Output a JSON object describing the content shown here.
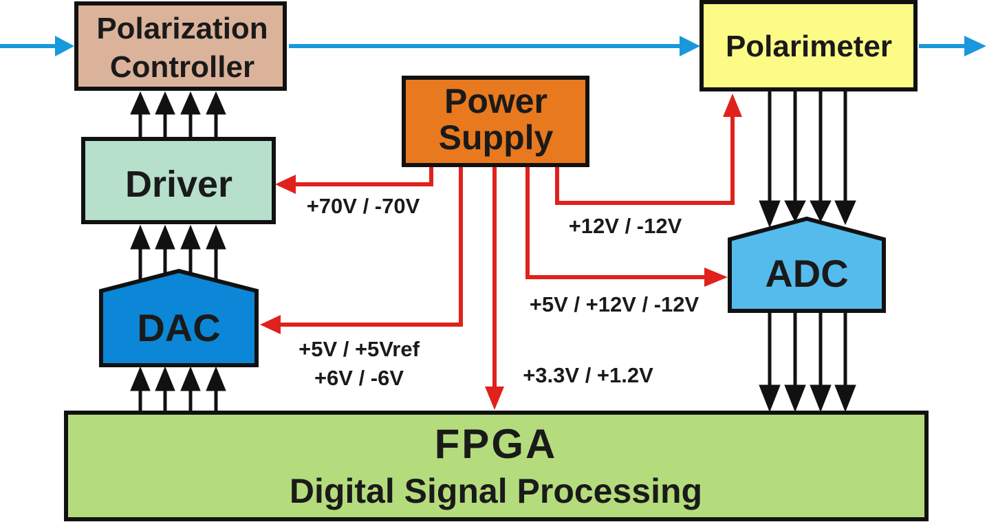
{
  "blocks": {
    "polarization_controller": {
      "line1": "Polarization",
      "line2": "Controller",
      "color": "#dbb39a"
    },
    "polarimeter": {
      "label": "Polarimeter",
      "color": "#fbfb86"
    },
    "power_supply": {
      "line1": "Power",
      "line2": "Supply",
      "color": "#e8791e"
    },
    "driver": {
      "label": "Driver",
      "color": "#b6e0cb"
    },
    "dac": {
      "label": "DAC",
      "color": "#0c86d6"
    },
    "adc": {
      "label": "ADC",
      "color": "#55bbed"
    },
    "fpga": {
      "line1": "FPGA",
      "line2": "Digital Signal Processing",
      "color": "#b5dc7c"
    }
  },
  "voltages": {
    "driver": "+70V / -70V",
    "polarimeter": "+12V / -12V",
    "adc": "+5V / +12V / -12V",
    "dac_line1": "+5V / +5Vref",
    "dac_line2": "+6V / -6V",
    "fpga": "+3.3V / +1.2V"
  },
  "colors": {
    "optical_path": "#1998dc",
    "power_lines": "#e0211c",
    "signal_lines": "#111111",
    "outline": "#111111"
  }
}
